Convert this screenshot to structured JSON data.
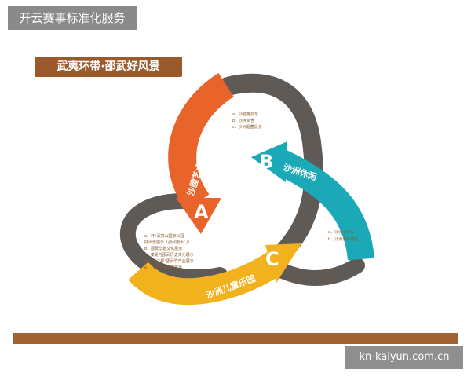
{
  "top_badge": "开云赛事标准化服务",
  "title": "武夷环带·邵武好风景",
  "watermark": "kn-kaiyun.com.cn",
  "sections": {
    "A": {
      "letter": "A",
      "label": "沙膛艺术作品展示",
      "items": [
        "a、沙膛檐托车",
        "b、沙洲茶舍",
        "c、沙洲超菌景食"
      ]
    },
    "B": {
      "letter": "B",
      "label": "沙洲休闲",
      "items": [
        "a、沙洲小火车",
        "b、沙洲游乐城堡"
      ]
    },
    "C": {
      "letter": "C",
      "label": "沙洲儿童乐园",
      "items": [
        "a、环\"武夷山国家公园",
        "好风景展示（邵武南大门）",
        "b、邵武华德文化展示",
        "c、秦夏与邵武历史文化展示",
        "d、\"竹之都\"邵武竹产业展示",
        "e、儿童卡通动漫展示"
      ]
    }
  },
  "colors": {
    "orange": "#e9642a",
    "teal": "#1ba9b8",
    "yellow": "#f2b21d",
    "gray": "#5f5a55",
    "brown": "#9b5a2c"
  }
}
